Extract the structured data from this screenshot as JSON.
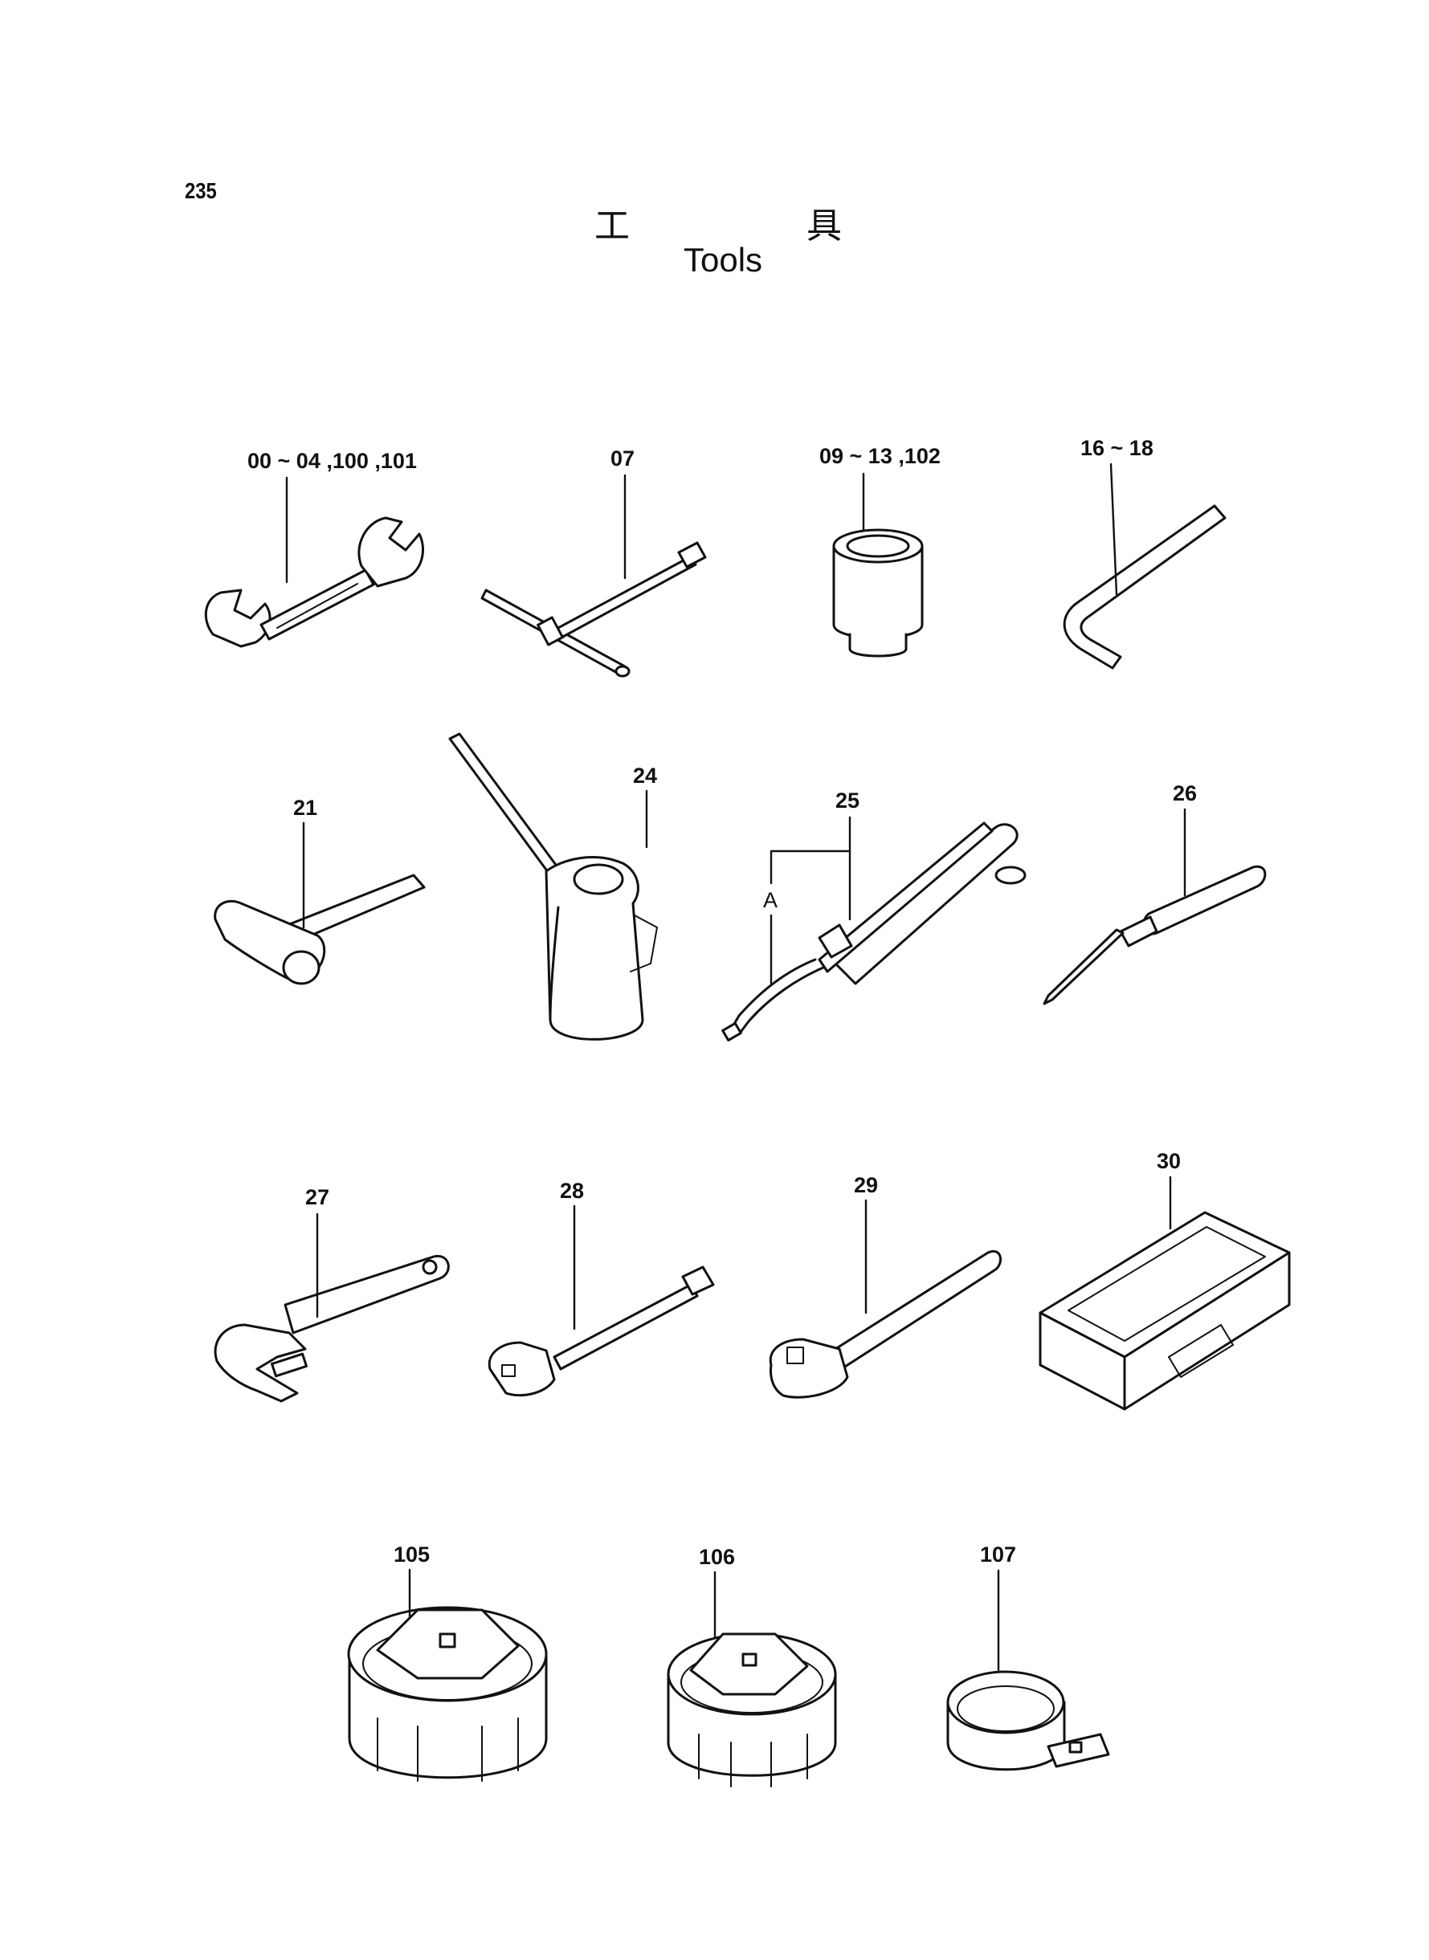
{
  "page": {
    "number": "235",
    "title_jp": "工具",
    "title_en": "Tools"
  },
  "items": [
    {
      "id": "wrench-double",
      "label": "00 ~ 04 ,100 ,101"
    },
    {
      "id": "t-handle-wrench",
      "label": "07"
    },
    {
      "id": "socket",
      "label": "09 ~ 13 ,102"
    },
    {
      "id": "hex-key",
      "label": "16 ~ 18"
    },
    {
      "id": "hammer",
      "label": "21"
    },
    {
      "id": "oil-can",
      "label": "24"
    },
    {
      "id": "grease-gun",
      "label": "25",
      "sub_label": "A"
    },
    {
      "id": "screwdriver",
      "label": "26"
    },
    {
      "id": "adjustable-wrench",
      "label": "27"
    },
    {
      "id": "extension-bar",
      "label": "28"
    },
    {
      "id": "ratchet-handle",
      "label": "29"
    },
    {
      "id": "tool-box",
      "label": "30"
    },
    {
      "id": "filter-wrench-large",
      "label": "105"
    },
    {
      "id": "filter-wrench-medium",
      "label": "106"
    },
    {
      "id": "filter-wrench-band",
      "label": "107"
    }
  ]
}
